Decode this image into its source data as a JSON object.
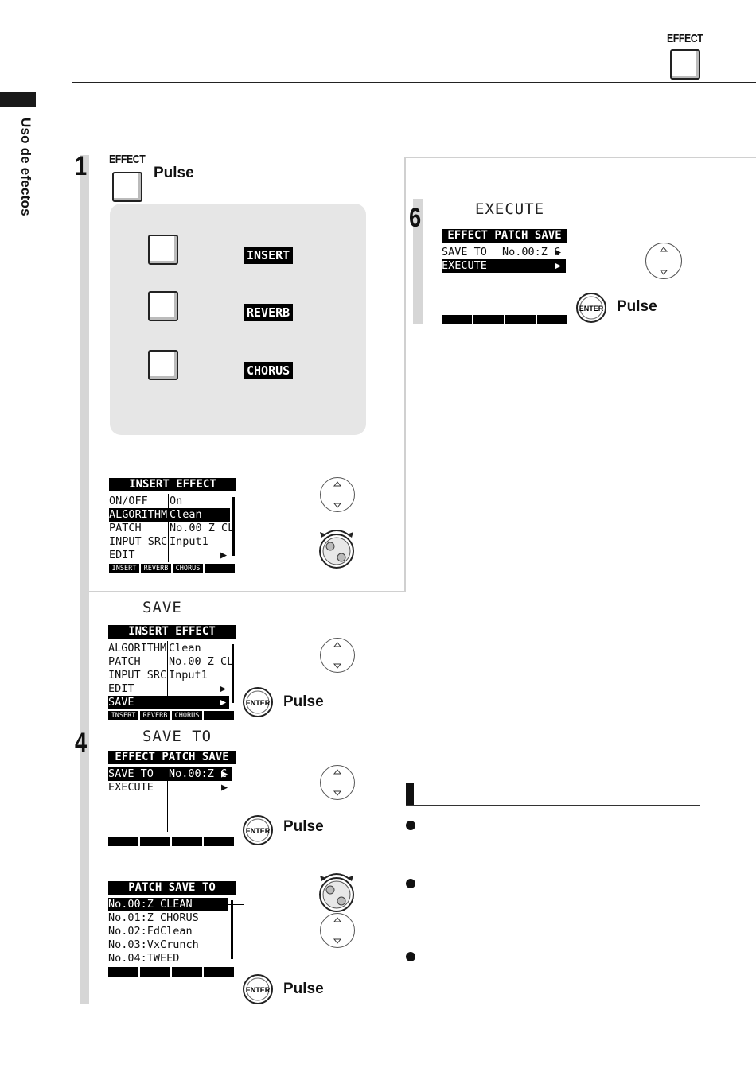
{
  "header": {
    "effect_label": "EFFECT",
    "side_label": "Uso de efectos"
  },
  "step1": {
    "number": "1",
    "effect_label": "EFFECT",
    "pulse": "Pulse",
    "buttons": [
      {
        "label": "INSERT"
      },
      {
        "label": "REVERB"
      },
      {
        "label": "CHORUS"
      }
    ]
  },
  "lcd_insert": {
    "title": "INSERT EFFECT",
    "rows": [
      {
        "key": "ON/OFF",
        "value": "On"
      },
      {
        "key": "ALGORITHM",
        "value": "Clean"
      },
      {
        "key": "PATCH",
        "value": "No.00 Z CL"
      },
      {
        "key": "INPUT SRC",
        "value": "Input1"
      },
      {
        "key": "EDIT",
        "value": ""
      }
    ],
    "tabs": [
      "INSERT",
      "REVERB",
      "CHORUS",
      ""
    ]
  },
  "step_save": {
    "screen_label": "SAVE",
    "pulse": "Pulse"
  },
  "lcd_insert_save": {
    "title": "INSERT EFFECT",
    "rows": [
      {
        "key": "ALGORITHM",
        "value": "Clean"
      },
      {
        "key": "PATCH",
        "value": "No.00 Z CL"
      },
      {
        "key": "INPUT SRC",
        "value": "Input1"
      },
      {
        "key": "EDIT",
        "value": ""
      },
      {
        "key": "SAVE",
        "value": ""
      }
    ],
    "tabs": [
      "INSERT",
      "REVERB",
      "CHORUS",
      ""
    ]
  },
  "step4": {
    "number": "4",
    "screen_label": "SAVE TO",
    "pulse": "Pulse"
  },
  "lcd_patch_save": {
    "title": "EFFECT PATCH SAVE",
    "rows": [
      {
        "key": "SAVE TO",
        "value": "No.00:Z C"
      },
      {
        "key": "EXECUTE",
        "value": ""
      }
    ]
  },
  "step_select": {
    "pulse": "Pulse"
  },
  "lcd_patch_save_to": {
    "title": "PATCH SAVE TO",
    "rows": [
      "No.00:Z CLEAN",
      "No.01:Z CHORUS",
      "No.02:FdClean",
      "No.03:VxCrunch",
      "No.04:TWEED"
    ]
  },
  "step6": {
    "number": "6",
    "screen_label": "EXECUTE",
    "pulse": "Pulse"
  },
  "lcd_execute": {
    "title": "EFFECT PATCH SAVE",
    "rows": [
      {
        "key": "SAVE TO",
        "value": "No.00:Z C"
      },
      {
        "key": "EXECUTE",
        "value": ""
      }
    ]
  },
  "enter_label": "ENTER"
}
